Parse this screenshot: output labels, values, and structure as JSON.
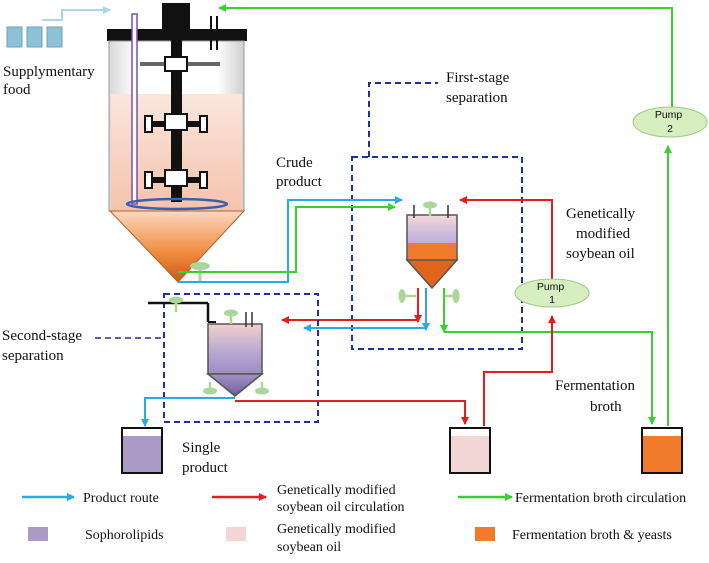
{
  "colors": {
    "product": "#29abe2",
    "oil": "#e41e1e",
    "broth": "#39d12e",
    "separation_box": "#1f2f9e",
    "sophorolipids": "#a99bc6",
    "soybean_oil": "#f2d6d3",
    "broth_yeasts": "#f07b2b",
    "supply_line": "#a9d6e8",
    "valve": "#a9d79a",
    "pump_fill": "#d7eec1"
  },
  "icons": {
    "supply_boxes": "supply-container-icon",
    "fermenter": "bioreactor-icon",
    "separator": "conical-separator-icon",
    "pump": "pump-ellipse-icon",
    "valve": "valve-icon",
    "beaker": "beaker-icon"
  },
  "labels": {
    "supplementary_food": [
      "Supplymentary",
      "food"
    ],
    "first_stage": [
      "First-stage",
      "separation"
    ],
    "crude_product": [
      "Crude",
      "product"
    ],
    "second_stage": [
      "Second-stage",
      "separation"
    ],
    "gm_oil": [
      "Genetically",
      "modified",
      "soybean oil"
    ],
    "fermentation_broth": [
      "Fermentation",
      "broth"
    ],
    "single_product": [
      "Single",
      "product"
    ],
    "pump1": [
      "Pump",
      "1"
    ],
    "pump2": [
      "Pump",
      "2"
    ]
  },
  "legend": {
    "product_route": "Product route",
    "oil_circulation": [
      "Genetically modified",
      "soybean oil circulation"
    ],
    "broth_circulation": "Fermentation  broth circulation",
    "sophorolipids": "Sophorolipids",
    "gm_soybean_oil": [
      "Genetically modified",
      "soybean oil"
    ],
    "broth_yeasts": "Fermentation  broth & yeasts"
  }
}
